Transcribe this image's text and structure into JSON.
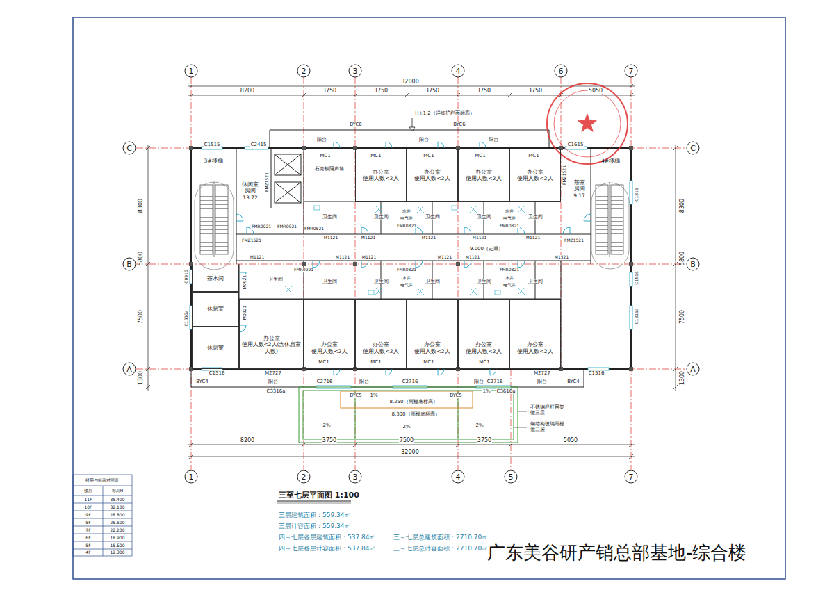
{
  "diagram": {
    "title": "三至七层平面图 1:100",
    "caption": "广东美谷研产销总部基地-综合楼",
    "nodes": [
      {
        "text": [
          "3#楼梯"
        ]
      },
      {
        "text": [
          "休闲室",
          "房间",
          "13.72"
        ]
      },
      {
        "text": [
          "办公室",
          "使用人数<2人"
        ]
      },
      {
        "text": [
          "办公室",
          "使用人数<2人"
        ]
      },
      {
        "text": [
          "办公室",
          "使用人数<2人"
        ]
      },
      {
        "text": [
          "办公室",
          "使用人数<2人"
        ]
      },
      {
        "text": [
          "茶室",
          "房间",
          "9.17"
        ]
      },
      {
        "text": [
          "4#楼梯"
        ]
      },
      {
        "text": [
          "茶水间"
        ]
      },
      {
        "text": [
          "休息室"
        ]
      },
      {
        "text": [
          "休息室"
        ]
      },
      {
        "text": [
          "办公室",
          "使用人数<2人(含休息室人数)"
        ]
      },
      {
        "text": [
          "办公室",
          "使用人数<2人"
        ]
      },
      {
        "text": [
          "办公室",
          "使用人数<2人"
        ]
      },
      {
        "text": [
          "办公室",
          "使用人数<2人"
        ]
      },
      {
        "text": [
          "办公室",
          "使用人数<2人"
        ]
      },
      {
        "text": [
          "办公室",
          "使用人数<2人"
        ]
      }
    ],
    "labels": [
      "1",
      "2",
      "3",
      "4",
      "6",
      "7",
      "1",
      "2",
      "3",
      "4",
      "5",
      "7",
      "C",
      "B",
      "A",
      "C",
      "B",
      "A",
      "32000",
      "8200",
      "3750",
      "3750",
      "3750",
      "3750",
      "3750",
      "5050",
      "8200",
      "3750",
      "7500",
      "3750",
      "5050",
      "32000",
      "8300",
      "5800",
      "7500",
      "1300",
      "8300",
      "5800",
      "7500",
      "1300",
      "H+1.2（详细护栏面标高）",
      "BYC6",
      "BYC6",
      "阳台",
      "阳台",
      "阳台",
      "C1515",
      "C2415",
      "C1615",
      "MC1",
      "MC1",
      "MC1",
      "MC1",
      "MC1",
      "FMZ1521",
      "FMZ1521",
      "C1816",
      "石膏板隔声墙",
      "卫生间",
      "卫生间",
      "卫生间",
      "卫生间",
      "卫生间",
      "水井",
      "电气井",
      "水井",
      "电气井",
      "FMR0921",
      "FMR0921",
      "FMR0621",
      "M1121",
      "M1121",
      "FMR0821",
      "M1121",
      "M1121",
      "FMR0821",
      "M1121",
      "FMZ1521",
      "FMZ1521",
      "9.000（走廊）",
      "M1121",
      "M1121",
      "M1121",
      "M1121",
      "M1121",
      "M1521",
      "FMR0921",
      "FMR0821",
      "FMR0821",
      "M0921",
      "M0921",
      "卫生间",
      "卫生间",
      "卫生间",
      "卫生间",
      "卫生间",
      "卫生间",
      "水井",
      "电气井",
      "水井",
      "电气井",
      "C0916",
      "C1816a",
      "C1516",
      "C1816a",
      "MC1",
      "MC1",
      "MC1",
      "MC1",
      "C1516",
      "C1516",
      "BYC4",
      "BYC4",
      "M2727",
      "M2727",
      "阳台",
      "阳台",
      "阳台",
      "阳台",
      "C2716",
      "C2716",
      "C2716",
      "C3316a",
      "C3616a",
      "BYC5",
      "BYC5",
      "1%",
      "1%",
      "8.250（雨棚底标高）",
      "2%",
      "8.300（雨棚底标高）",
      "2%",
      "2%",
      "不锈钢栏杆网架 做三层",
      "钢结构玻璃雨棚 做三层",
      "楼层与标高对照表",
      "楼层",
      "标高H",
      "11F",
      "35.400",
      "10F",
      "32.100",
      "9F",
      "28.800",
      "8F",
      "25.500",
      "7F",
      "22.200",
      "6F",
      "18.900",
      "5F",
      "15.600",
      "4F",
      "12.300",
      "三层建筑面积：559.34㎡",
      "三层计容面积：559.34㎡",
      "四～七层各层建筑面积：537.84㎡",
      "四～七层各层计容面积：537.84㎡",
      "三～七层总建筑面积：2710.70㎡",
      "三～七层总计容面积：2710.70㎡"
    ]
  }
}
